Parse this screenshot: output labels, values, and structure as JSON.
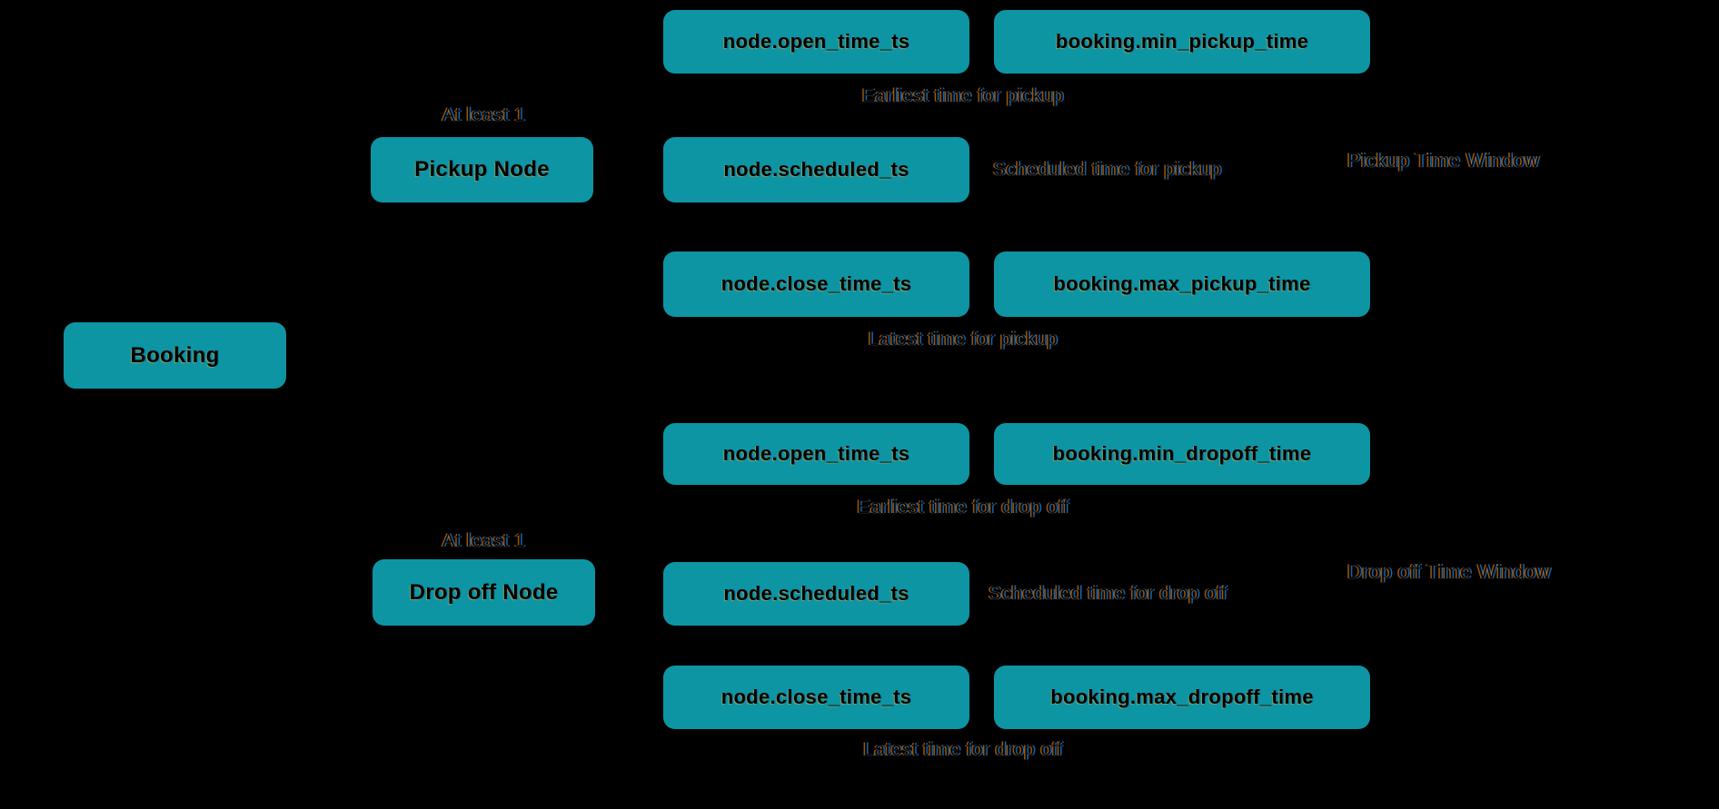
{
  "diagram": {
    "background_color": "#000000",
    "box_color": "#0d95a4",
    "box_text_color": "#000000",
    "entities": {
      "booking": "Booking",
      "pickup_node": "Pickup Node",
      "pickup_cardinality": "At least 1",
      "dropoff_node": "Drop off Node",
      "dropoff_cardinality": "At least 1"
    },
    "pickup_window": {
      "title": "Pickup Time Window",
      "earliest": {
        "node_field": "node.open_time_ts",
        "booking_field": "booking.min_pickup_time",
        "caption": "Earliest time for pickup"
      },
      "scheduled": {
        "node_field": "node.scheduled_ts",
        "caption": "Scheduled time for pickup"
      },
      "latest": {
        "node_field": "node.close_time_ts",
        "booking_field": "booking.max_pickup_time",
        "caption": "Latest time for pickup"
      }
    },
    "dropoff_window": {
      "title": "Drop off Time Window",
      "earliest": {
        "node_field": "node.open_time_ts",
        "booking_field": "booking.min_dropoff_time",
        "caption": "Earliest time for drop off"
      },
      "scheduled": {
        "node_field": "node.scheduled_ts",
        "caption": "Scheduled time for drop off"
      },
      "latest": {
        "node_field": "node.close_time_ts",
        "booking_field": "booking.max_dropoff_time",
        "caption": "Latest time for drop off"
      }
    }
  }
}
